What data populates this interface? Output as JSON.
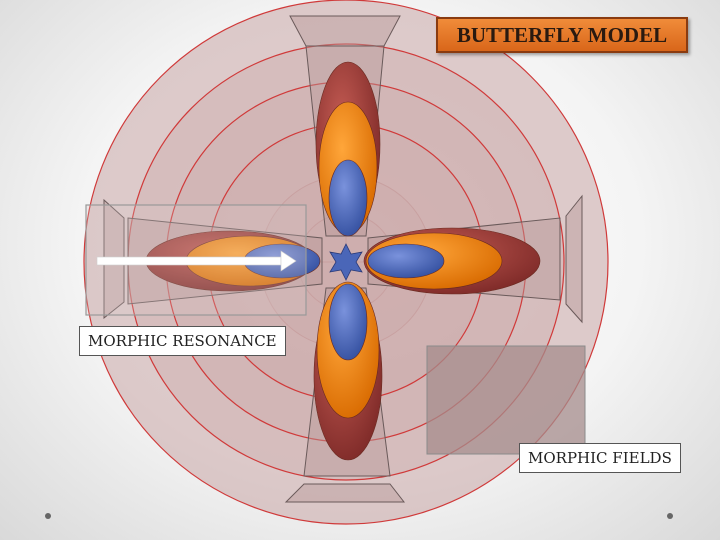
{
  "title": "BUTTERFLY MODEL",
  "labels": {
    "morphic_resonance": "MORPHIC RESONANCE",
    "morphic_fields": "MORPHIC FIELDS"
  },
  "colors": {
    "ring_stroke": "#d03a3a",
    "outer_petal": "#9a3a36",
    "middle_petal": "#ee8a10",
    "inner_petal": "#4a66b8",
    "title_fill": "#e8772a",
    "arrow": "#ffffff",
    "field_box": "#a68c8c"
  },
  "icons": {
    "center": "star-icon",
    "direction": "right-arrow-icon"
  }
}
